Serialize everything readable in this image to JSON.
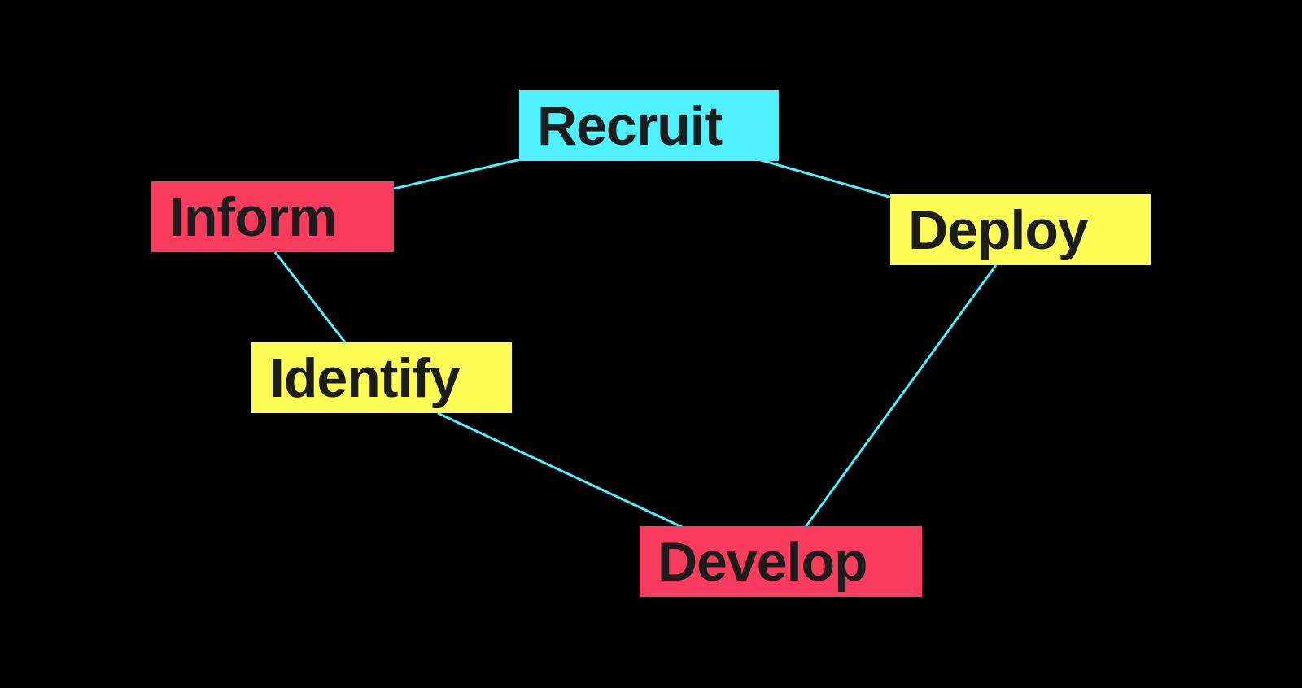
{
  "colors": {
    "background": "#000000",
    "connector": "#4ff0ff",
    "text": "#1c1c1c",
    "cyan": "#4ff0ff",
    "red": "#f93c5e",
    "yellow": "#fdfc55"
  },
  "nodes": [
    {
      "id": "recruit",
      "label": "Recruit",
      "color": "#4ff0ff"
    },
    {
      "id": "inform",
      "label": "Inform",
      "color": "#f93c5e"
    },
    {
      "id": "deploy",
      "label": "Deploy",
      "color": "#fdfc55"
    },
    {
      "id": "identify",
      "label": "Identify",
      "color": "#fdfc55"
    },
    {
      "id": "develop",
      "label": "Develop",
      "color": "#f93c5e"
    }
  ],
  "edges": [
    {
      "from": "inform",
      "to": "recruit"
    },
    {
      "from": "recruit",
      "to": "deploy"
    },
    {
      "from": "inform",
      "to": "identify"
    },
    {
      "from": "identify",
      "to": "develop"
    },
    {
      "from": "deploy",
      "to": "develop"
    }
  ]
}
